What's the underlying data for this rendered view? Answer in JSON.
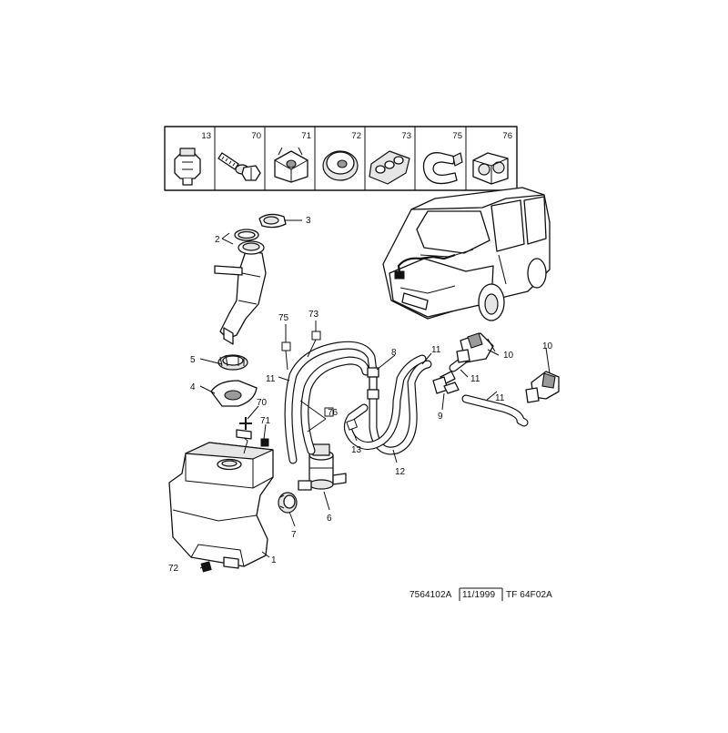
{
  "legend_cells": [
    {
      "number": "13",
      "icon": "clip-icon"
    },
    {
      "number": "70",
      "icon": "bolt-icon"
    },
    {
      "number": "71",
      "icon": "cage-nut-icon"
    },
    {
      "number": "72",
      "icon": "grommet-icon"
    },
    {
      "number": "73",
      "icon": "triple-grommet-icon"
    },
    {
      "number": "75",
      "icon": "hose-clip-icon"
    },
    {
      "number": "76",
      "icon": "double-clip-icon"
    }
  ],
  "callouts": {
    "c1": "1",
    "c2": "2",
    "c3": "3",
    "c4": "4",
    "c5": "5",
    "c6": "6",
    "c7": "7",
    "c8": "8",
    "c9": "9",
    "c10a": "10",
    "c10b": "10",
    "c11a": "11",
    "c11b": "11",
    "c11c": "11",
    "c11d": "11",
    "c12": "12",
    "c13": "13",
    "c70": "70",
    "c71": "71",
    "c72": "72",
    "c73": "73",
    "c75": "75",
    "c76": "76"
  },
  "reference": {
    "code": "7564102A",
    "date": "11/1999",
    "drawing": "TF 64F02A"
  },
  "colors": {
    "ink": "#111111",
    "paper": "#ffffff",
    "shade": "#9a9a9a"
  }
}
